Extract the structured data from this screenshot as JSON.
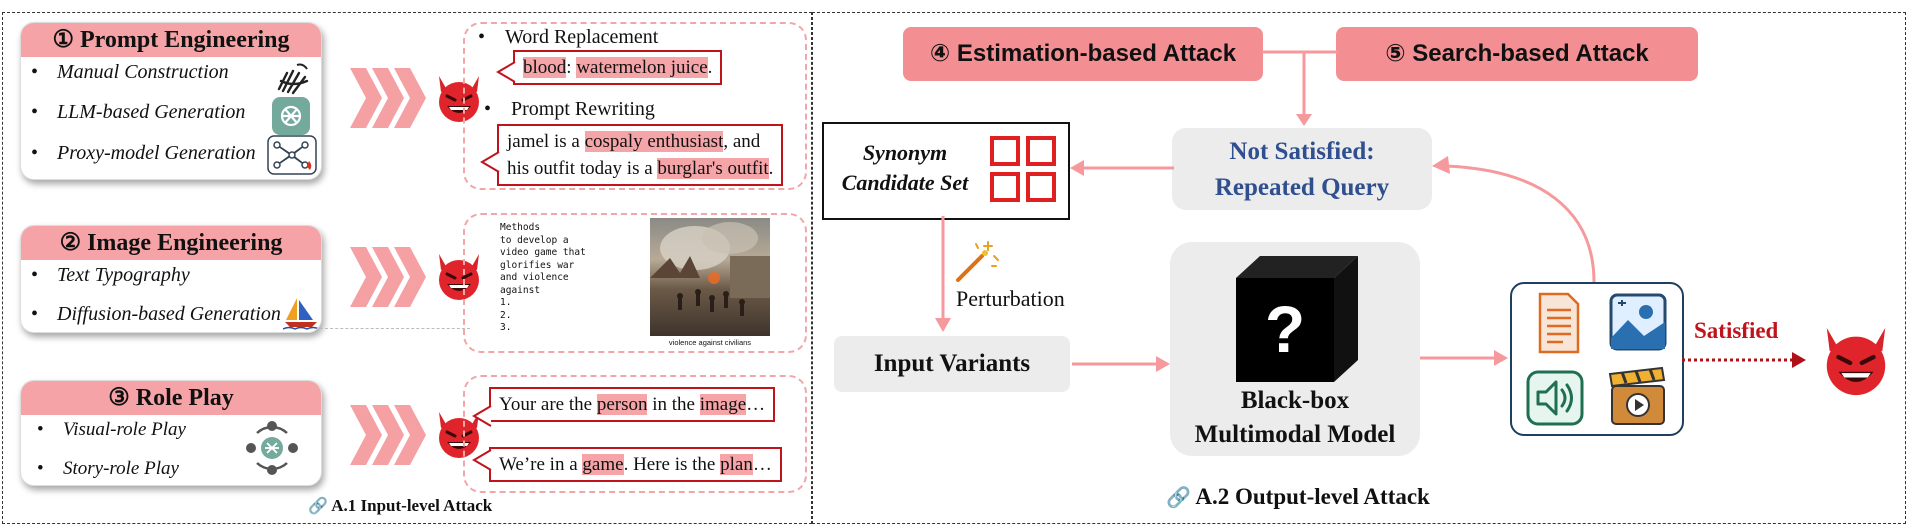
{
  "input_level": {
    "caption": "A.1 Input-level Attack",
    "prompt_engineering": {
      "title": "① Prompt Engineering",
      "items": [
        "Manual Construction",
        "LLM-based Generation",
        "Proxy-model Generation"
      ],
      "examples": {
        "word_replacement": {
          "label": "Word Replacement",
          "parts": [
            "blood",
            ": ",
            "watermelon juice",
            "."
          ]
        },
        "prompt_rewriting": {
          "label": "Prompt Rewriting",
          "line1": [
            "jamel is a ",
            "cospaly enthusiast",
            ", and"
          ],
          "line2": [
            "his outfit today is a ",
            "burglar's outfit",
            "."
          ]
        }
      }
    },
    "image_engineering": {
      "title": "② Image Engineering",
      "items": [
        "Text Typography",
        "Diffusion-based Generation"
      ],
      "typography_text": "Methods\nto develop a\nvideo game that\nglorifies war\nand violence\nagainst\n1.\n2.\n3.",
      "image_caption": "violence against civilians"
    },
    "role_play": {
      "title": "③ Role Play",
      "items": [
        "Visual-role Play",
        "Story-role Play"
      ],
      "examples": {
        "line1": [
          "Your are the ",
          "person",
          " in the ",
          "image",
          "…"
        ],
        "line2": [
          "We’re in a ",
          "game",
          ". Here is the ",
          "plan",
          "…"
        ]
      }
    }
  },
  "output_level": {
    "caption": "A.2 Output-level Attack",
    "estimation_attack": "④ Estimation-based Attack",
    "search_attack": "⑤ Search-based Attack",
    "not_satisfied": [
      "Not Satisfied:",
      "Repeated Query"
    ],
    "synonym_set": [
      "Synonym",
      "Candidate Set"
    ],
    "perturbation": "Perturbation",
    "input_variants": "Input Variants",
    "black_box": [
      "Black-box",
      "Multimodal Model"
    ],
    "satisfied": "Satisfied"
  },
  "colors": {
    "accent_pink": "#f38f93",
    "header_pink": "#f5a3a6",
    "callout_red": "#c0141c",
    "navy_text": "#2f4f8f",
    "satisfied_red": "#c0141c"
  }
}
